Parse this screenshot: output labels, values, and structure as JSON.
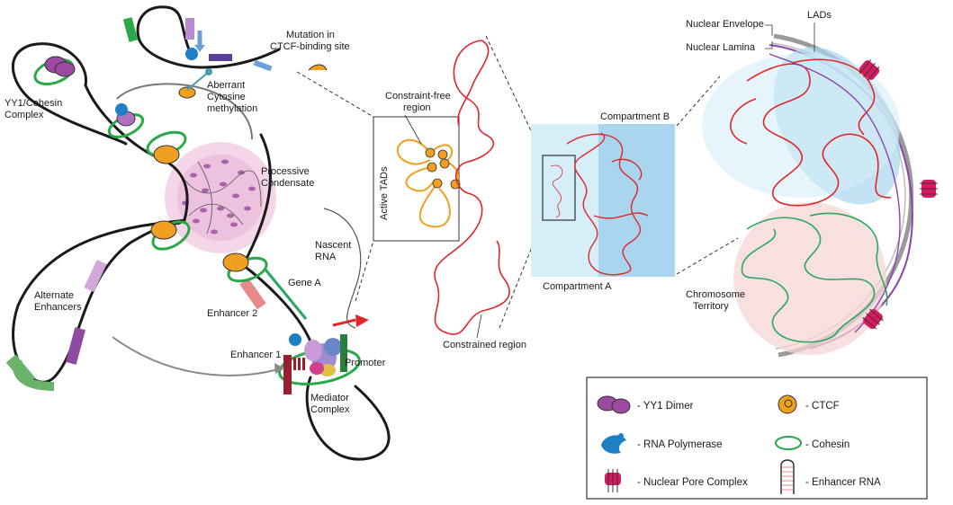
{
  "labels": {
    "yy1_cohesin": [
      "YY1/Cohesin",
      "Complex"
    ],
    "mutation": [
      "Mutation in",
      "CTCF-binding site"
    ],
    "aberrant": [
      "Aberrant",
      "Cytosine",
      "methylation"
    ],
    "processive": [
      "Processive",
      "Condensate"
    ],
    "nascent": [
      "Nascent",
      "RNA"
    ],
    "gene_a": "Gene A",
    "enhancer2": "Enhancer 2",
    "enhancer1": "Enhancer 1",
    "promoter": "Promoter",
    "mediator": [
      "Mediator",
      "Complex"
    ],
    "alternate": [
      "Alternate",
      "Enhancers"
    ],
    "constraint_free": [
      "Constraint-free",
      "region"
    ],
    "active_tads": "Active TADs",
    "constrained": "Constrained region",
    "compartment_a": "Compartment A",
    "compartment_b": "Compartment B",
    "nuclear_envelope": "Nuclear Envelope",
    "nuclear_lamina": "Nuclear Lamina",
    "lads": "LADs",
    "chromosome_territory": [
      "Chromosome",
      "Territory"
    ]
  },
  "legend": [
    {
      "key": "yy1",
      "label": "- YY1 Dimer"
    },
    {
      "key": "ctcf",
      "label": "- CTCF"
    },
    {
      "key": "rnapol",
      "label": "- RNA Polymerase"
    },
    {
      "key": "cohesin",
      "label": "- Cohesin"
    },
    {
      "key": "npc",
      "label": "- Nuclear Pore Complex"
    },
    {
      "key": "ernra",
      "label": "- Enhancer RNA"
    }
  ],
  "colors": {
    "chromatin": "#1a1a1a",
    "cohesin": "#2aa84a",
    "ctcf": "#f0a020",
    "yy1": "#9b4aa0",
    "rnapol": "#1d7fc4",
    "red_chain": "#e0262a",
    "green_chain": "#2aa860",
    "compartment_a": "#d6eef8",
    "compartment_b": "#a9d6ee",
    "lamina": "#8e44ad",
    "npc": "#d81b60",
    "condensate": "#e7b2d6"
  }
}
